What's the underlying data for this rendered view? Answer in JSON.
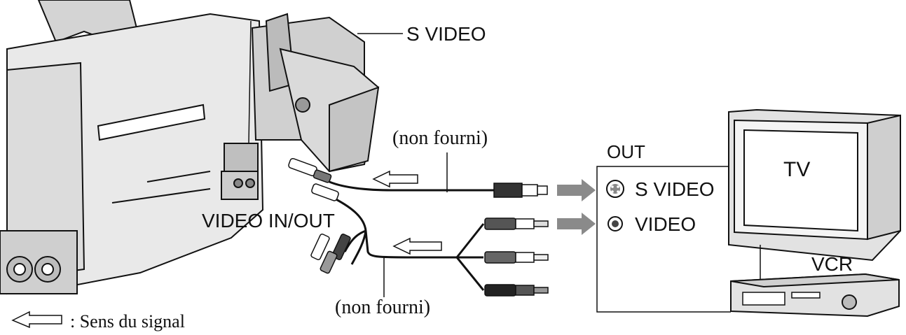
{
  "labels": {
    "s_video_top": "S VIDEO",
    "cable_not_supplied_top": "(non fourni)",
    "cable_not_supplied_bottom": "(non fourni)",
    "video_in_out": "VIDEO IN/OUT",
    "out": "OUT",
    "s_video_out": "S VIDEO",
    "video_out": "VIDEO",
    "tv": "TV",
    "vcr": "VCR",
    "legend": ": Sens du signal"
  },
  "icons": {
    "signal_direction": "hollow-left-arrow-icon",
    "output": "right-arrow-icon",
    "s_video_jack": "s-video-jack-icon",
    "video_jack": "rca-jack-icon"
  },
  "colors": {
    "line": "#111111",
    "arrow": "#8a8a8a",
    "device_shade": "#d8d8d8"
  }
}
